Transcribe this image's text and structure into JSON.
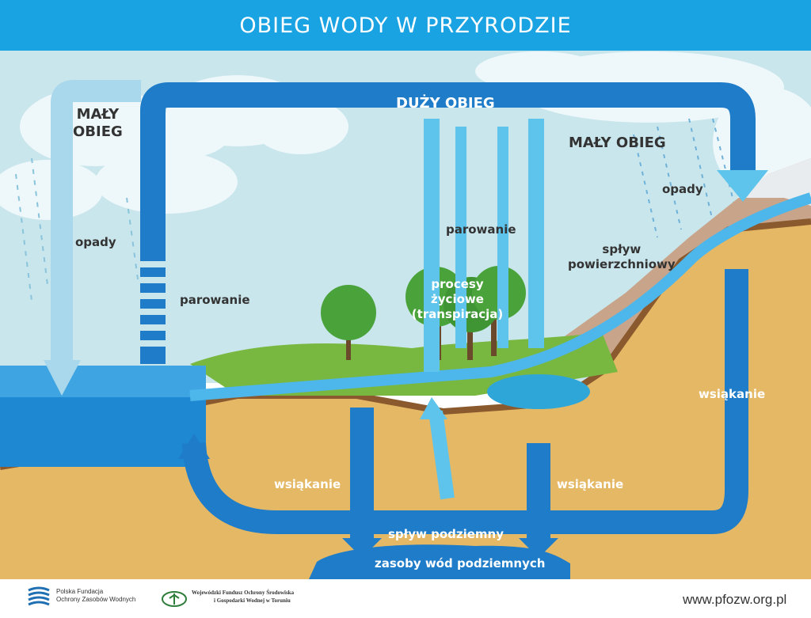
{
  "title": "OBIEG WODY W PRZYRODZIE",
  "labels": {
    "maly_obieg_left": "MAŁY\nOBIEG",
    "duzy_obieg": "DUŻY OBIEG",
    "maly_obieg_right": "MAŁY OBIEG",
    "opady_left": "opady",
    "opady_right": "opady",
    "parowanie_left": "parowanie",
    "parowanie_center": "parowanie",
    "procesy": "procesy\nżyciowe\n(transpiracja)",
    "splyw_powierzchniowy": "spływ\npowierzchniowy",
    "wsiakanie_left": "wsiąkanie",
    "wsiakanie_middle": "wsiąkanie",
    "wsiakanie_right": "wsiąkanie",
    "splyw_podziemny": "spływ podziemny",
    "zasoby": "zasoby wód podziemnych"
  },
  "footer": {
    "logo1_line1": "Polska Fundacja",
    "logo1_line2": "Ochrony Zasobów Wodnych",
    "logo2_line1": "Wojewódzki Fundusz Ochrony Środowiska",
    "logo2_line2": "i Gospodarki Wodnej w Toruniu",
    "url": "www.pfozw.org.pl"
  },
  "colors": {
    "header": "#1aa3e3",
    "sky": "#c9e6ec",
    "arrow_dark": "#1f7cc9",
    "arrow_light": "#5ec4ec",
    "soil": "#e5b865",
    "water": "#1f88d3"
  }
}
